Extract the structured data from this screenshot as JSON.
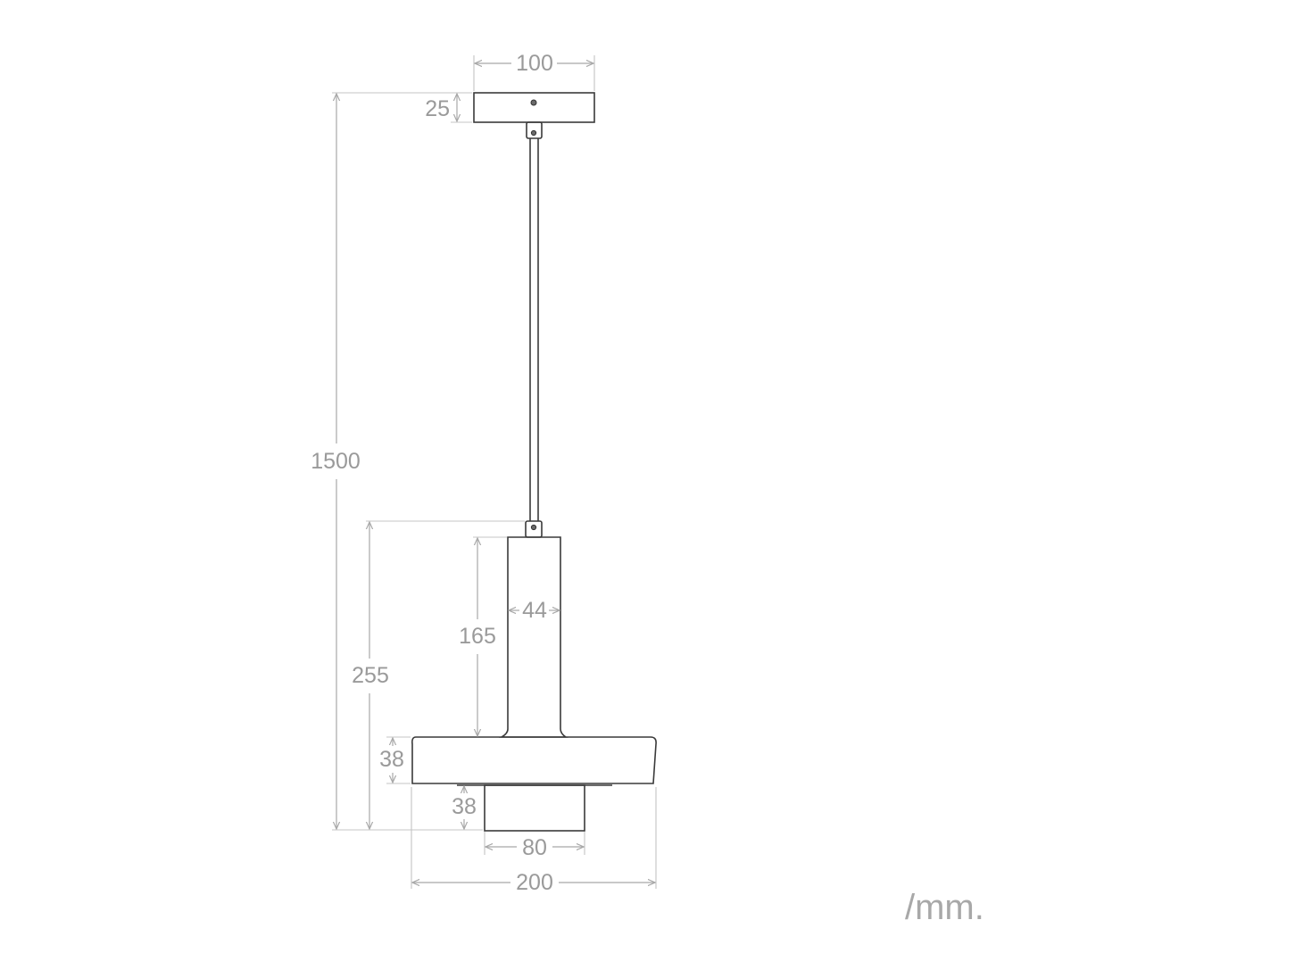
{
  "dimensions": {
    "canopy_width": "100",
    "canopy_height": "25",
    "total_height": "1500",
    "body_height": "255",
    "stem_height": "165",
    "stem_width": "44",
    "shade_height": "38",
    "socket_height": "38",
    "socket_width": "80",
    "shade_width": "200"
  },
  "unit_label": "/mm.",
  "colors": {
    "outline": "#3a3a3a",
    "dimension": "#a8a8a8",
    "text": "#9a9a9a"
  }
}
